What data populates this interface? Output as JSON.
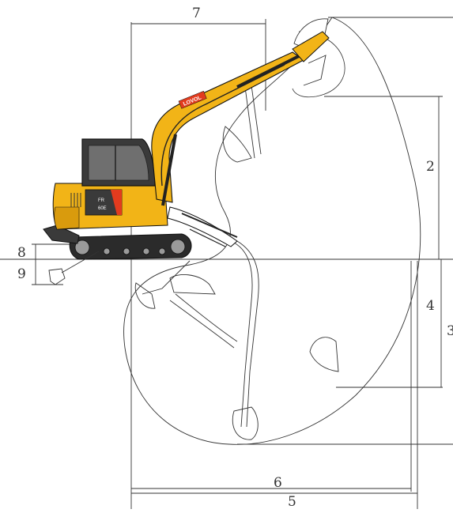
{
  "dimension_labels": {
    "d1": "7",
    "d2": "2",
    "d3": "3",
    "d4": "4",
    "d5": "5",
    "d6": "6",
    "d8": "8",
    "d9": "9"
  },
  "machine": {
    "brand": "LOVOL",
    "model_line1": "FR",
    "model_line2": "60E"
  },
  "colors": {
    "body": "#f2b417",
    "line": "#222222",
    "cab": "#3a3a3a",
    "accent": "#e23b1e"
  }
}
